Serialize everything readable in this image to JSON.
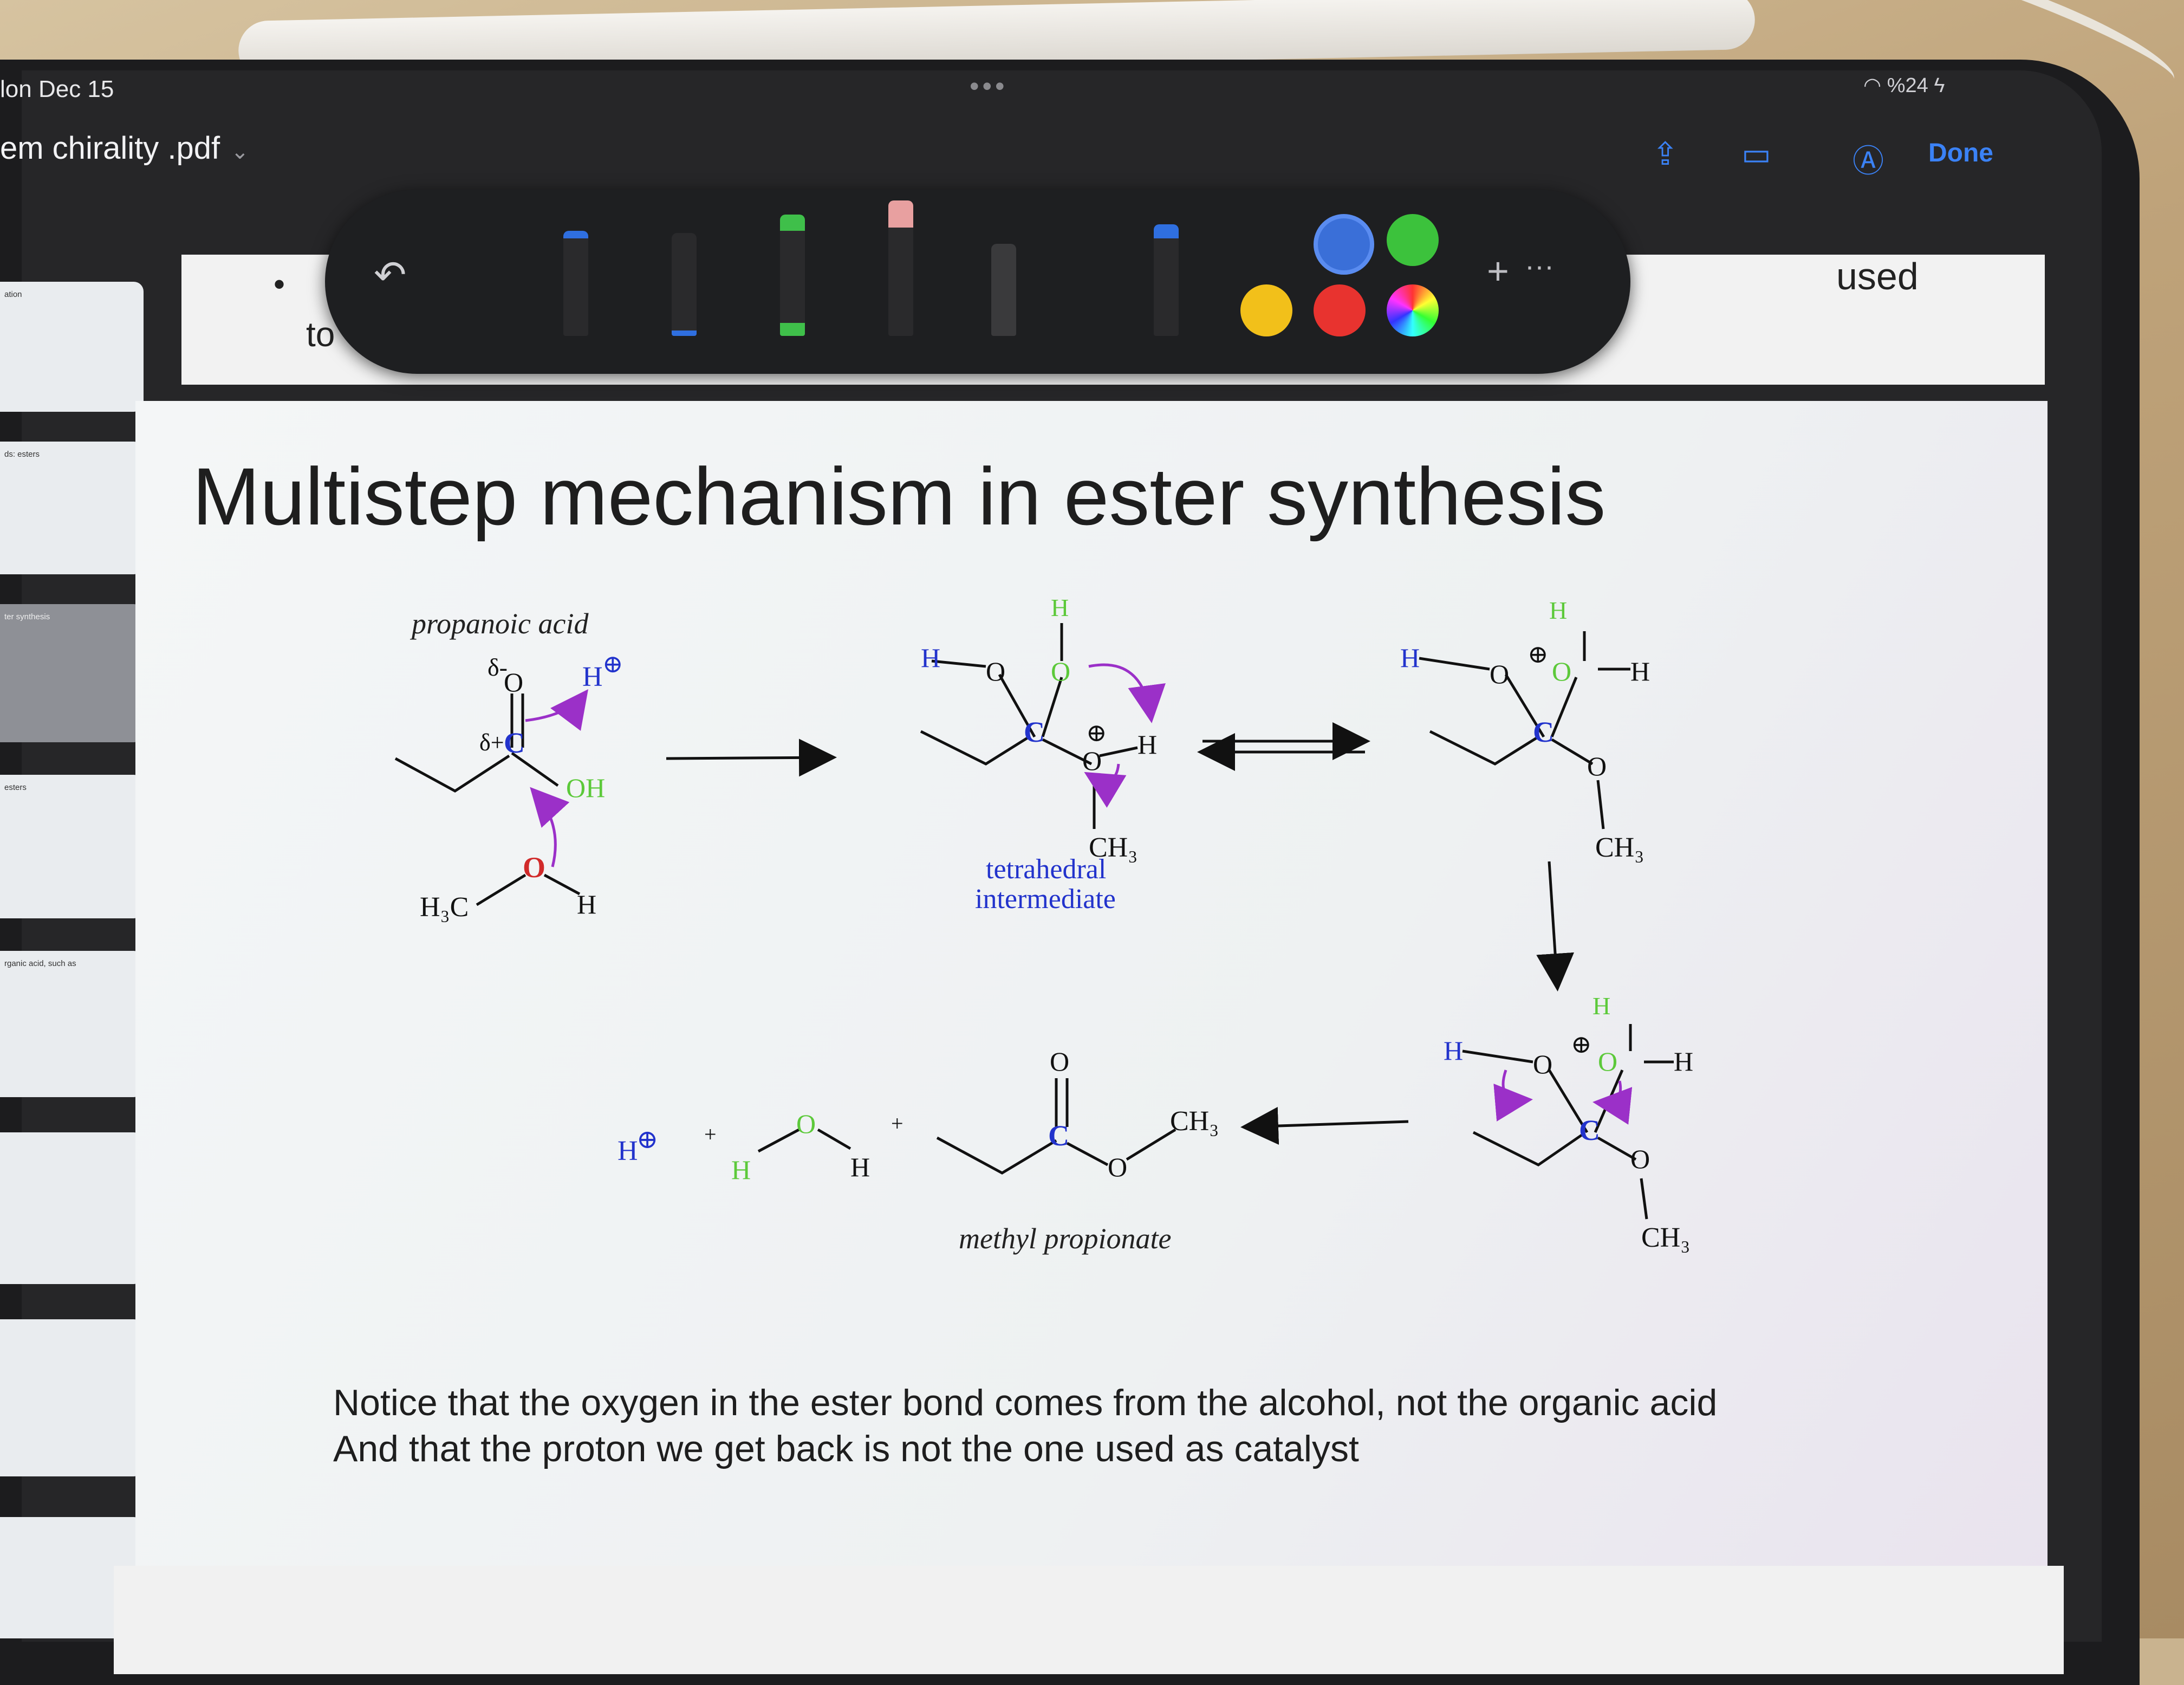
{
  "status": {
    "date": "lon Dec 15",
    "dots": "•••",
    "battery": "%24"
  },
  "header": {
    "doc_title": "em chirality .pdf",
    "done_label": "Done"
  },
  "thumbnails": [
    {
      "title": "ation"
    },
    {
      "title": "ds: esters"
    },
    {
      "title": "ter synthesis"
    },
    {
      "title": "esters"
    },
    {
      "title": "rganic acid, such as"
    },
    {
      "title": ""
    },
    {
      "title": ""
    },
    {
      "title": ""
    }
  ],
  "prev_page": {
    "bullet": "•",
    "fragment_left": "to",
    "fragment_right": "used"
  },
  "toolbar": {
    "undo": "↶",
    "plus": "+",
    "more": "···"
  },
  "slide": {
    "title": "Multistep mechanism in ester synthesis",
    "labels": {
      "propanoic_acid": "propanoic acid",
      "tetrahedral": "tetrahedral",
      "intermediate": "intermediate",
      "methyl_propionate": "methyl propionate"
    },
    "note_line1": "Notice that the oxygen in the ester bond comes from the alcohol, not the organic acid",
    "note_line2": "And that the proton we get back is not the one used as catalyst"
  },
  "colors": {
    "accent": "#3b82f6",
    "carbon_blue": "#2233cc",
    "oxygen_green": "#5cc93a",
    "oxygen_red": "#d12a2a",
    "arrow_purple": "#9b30c8"
  }
}
